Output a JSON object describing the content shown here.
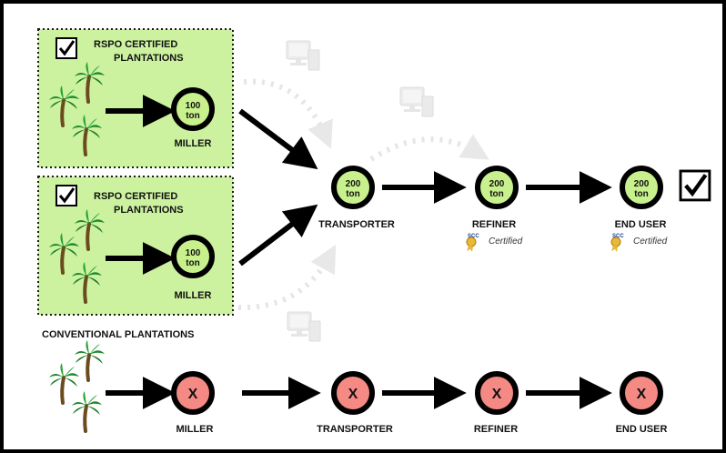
{
  "colors": {
    "certified_fill": "#ccf2a0",
    "node_green": "#c8f08c",
    "node_red": "#f58a84",
    "arrow": "#000000",
    "dotted_arrow": "#e8e8e8"
  },
  "plantation_a": {
    "title_line1": "RSPO CERTIFIED",
    "title_line2": "PLANTATIONS",
    "node_qty": "100",
    "node_unit": "ton",
    "miller_label": "MILLER"
  },
  "plantation_b": {
    "title_line1": "RSPO CERTIFIED",
    "title_line2": "PLANTATIONS",
    "node_qty": "100",
    "node_unit": "ton",
    "miller_label": "MILLER"
  },
  "certified_chain": {
    "transporter": {
      "qty": "200",
      "unit": "ton",
      "label": "TRANSPORTER"
    },
    "refiner": {
      "qty": "200",
      "unit": "ton",
      "label": "REFINER",
      "badge": "SCC",
      "cert": "Certified"
    },
    "end_user": {
      "qty": "200",
      "unit": "ton",
      "label": "END USER",
      "badge": "SCC",
      "cert": "Certified"
    }
  },
  "conventional": {
    "title": "CONVENTIONAL PLANTATIONS",
    "mark": "X",
    "nodes": [
      "MILLER",
      "TRANSPORTER",
      "REFINER",
      "END USER"
    ]
  },
  "icons": [
    "checkbox-checked-icon",
    "palm-tree-icon",
    "computer-icon",
    "seal-ribbon-icon"
  ]
}
